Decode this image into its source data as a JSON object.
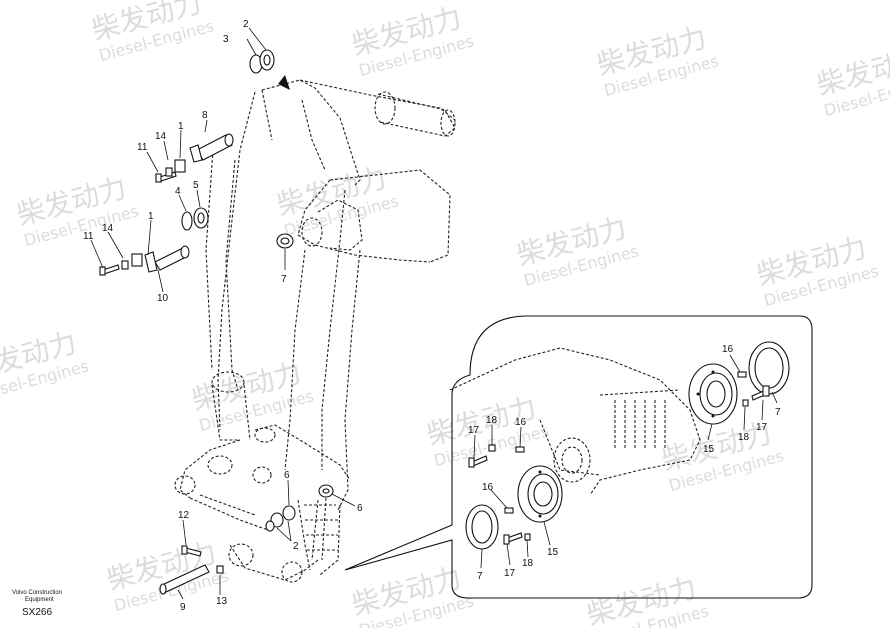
{
  "watermark": {
    "brand": "柴发动力",
    "sub": "Diesel-Engines"
  },
  "footer": {
    "company_line1": "Volvo Construction",
    "company_line2": "Equipment",
    "code": "SX266"
  },
  "callouts": {
    "c1": "3",
    "c2": "2",
    "c3": "8",
    "c4": "14",
    "c5": "1",
    "c6": "11",
    "c7": "4",
    "c8": "5",
    "c9": "1",
    "c10": "14",
    "c11": "11",
    "c12": "10",
    "c13": "7",
    "c14": "6",
    "c15": "6",
    "c16": "2",
    "c17": "12",
    "c18": "9",
    "c19": "13",
    "d1": "16",
    "d2": "7",
    "d3": "18",
    "d4": "17",
    "d5": "15",
    "d6": "17",
    "d7": "18",
    "d8": "16",
    "d9": "16",
    "d10": "15",
    "d11": "7",
    "d12": "17",
    "d13": "18"
  }
}
